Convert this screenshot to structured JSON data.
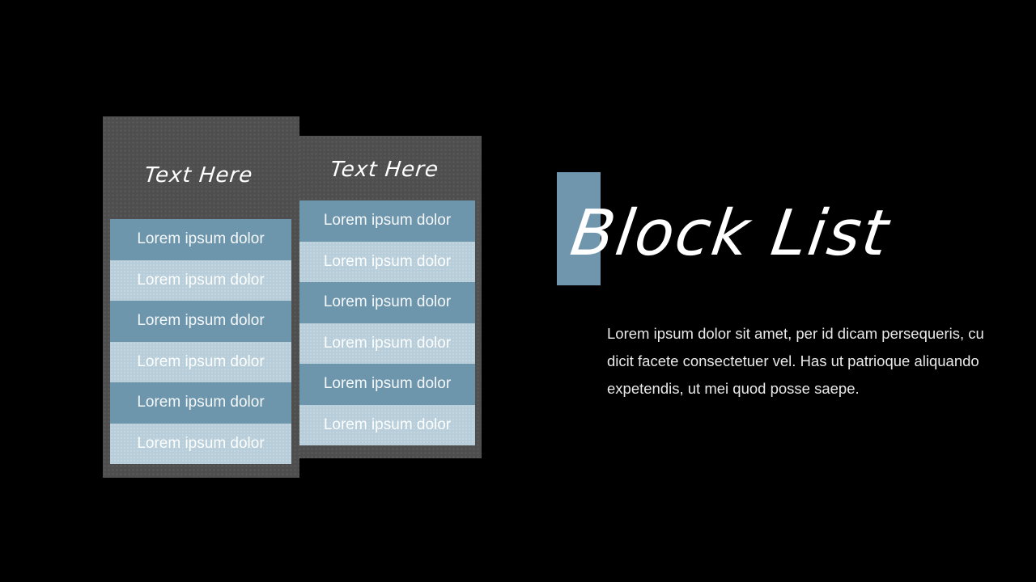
{
  "slide": {
    "title": "Block List",
    "body_lines": [
      "Lorem ipsum dolor sit amet, per id dicam persequeris, cu",
      "dicit facete consectetuer vel. Has ut patrioque aliquando",
      "expetendis, ut mei quod posse saepe."
    ]
  },
  "cards": [
    {
      "header": "Text Here",
      "rows": [
        "Lorem ipsum dolor",
        "Lorem ipsum dolor",
        "Lorem ipsum dolor",
        "Lorem ipsum dolor",
        "Lorem ipsum dolor",
        "Lorem ipsum dolor"
      ]
    },
    {
      "header": "Text Here",
      "rows": [
        "Lorem ipsum dolor",
        "Lorem ipsum dolor",
        "Lorem ipsum dolor",
        "Lorem ipsum dolor",
        "Lorem ipsum dolor",
        "Lorem ipsum dolor"
      ]
    }
  ],
  "colors": {
    "canvas-bg": "#000000",
    "card-gray": "#4e4e4e",
    "row-dark": "#6d96ad",
    "row-light": "#b7cdd9",
    "accent": "#6f96ad",
    "header-text": "#ffffff",
    "title-text": "#ffffff",
    "body-text": "#e9e9e9"
  }
}
